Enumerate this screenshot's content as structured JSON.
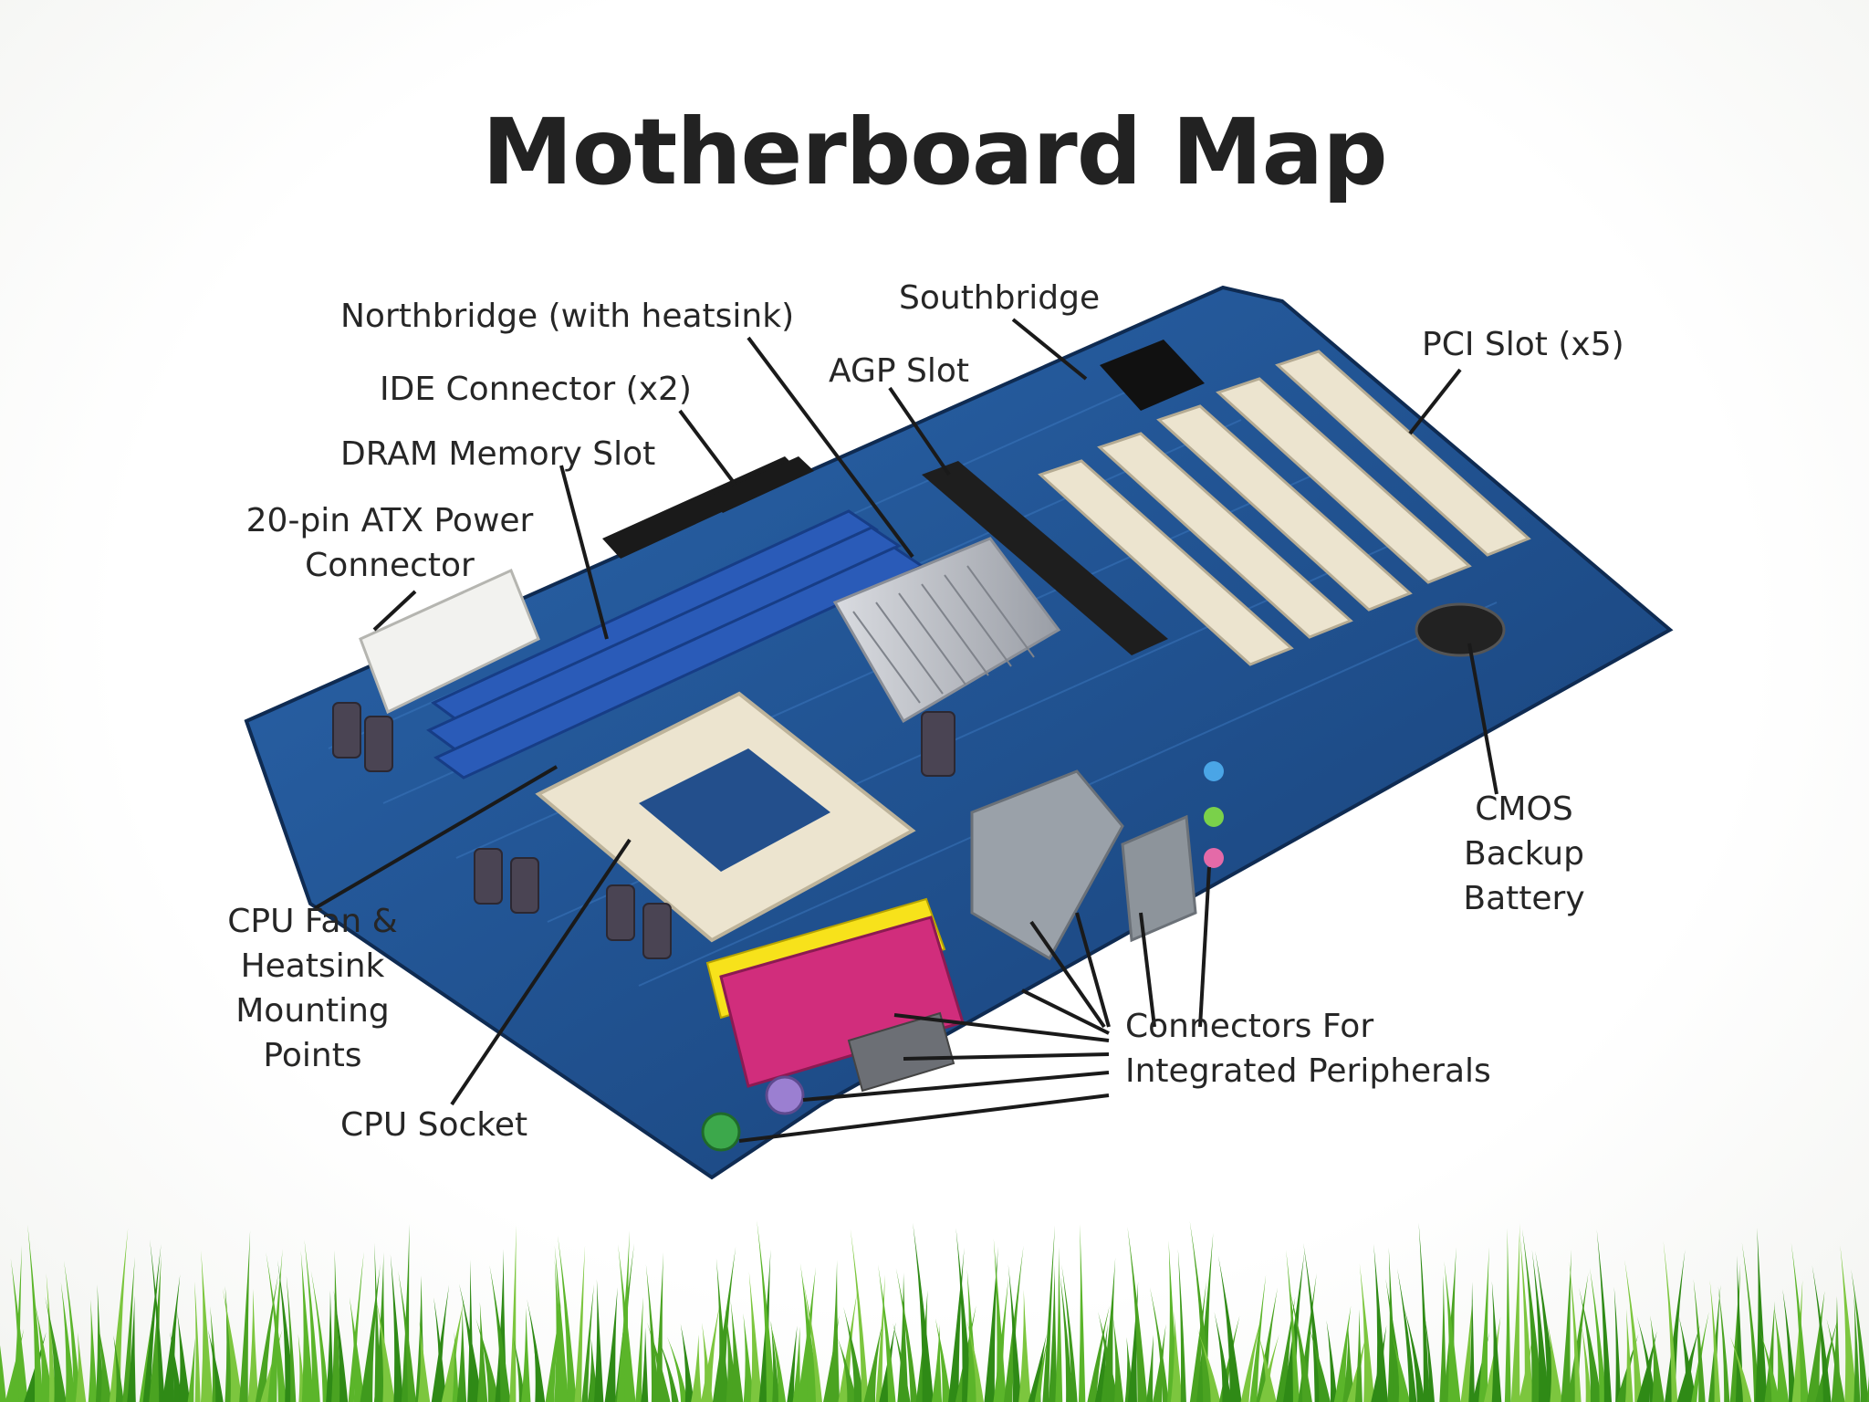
{
  "slide": {
    "title": "Motherboard Map"
  },
  "labels": {
    "northbridge": "Northbridge (with heatsink)",
    "southbridge": "Southbridge",
    "agp_slot": "AGP Slot",
    "pci_slot": "PCI Slot (x5)",
    "ide_connector": "IDE Connector (x2)",
    "dram_slot": "DRAM Memory Slot",
    "atx_power": [
      "20-pin ATX Power",
      "Connector"
    ],
    "cmos_battery": [
      "CMOS",
      "Backup",
      "Battery"
    ],
    "cpu_fan": [
      "CPU Fan &",
      "Heatsink",
      "Mounting",
      "Points"
    ],
    "cpu_socket": "CPU Socket",
    "peripherals": [
      "Connectors For",
      "Integrated Peripherals"
    ]
  },
  "colors": {
    "board": "#1e4f8f",
    "dram": "#2a5bb8",
    "slot_cream": "#ece4cf",
    "agp": "#1e1e1e",
    "heatsink": "#b9bcc2",
    "grass": "#3f9a1d"
  }
}
